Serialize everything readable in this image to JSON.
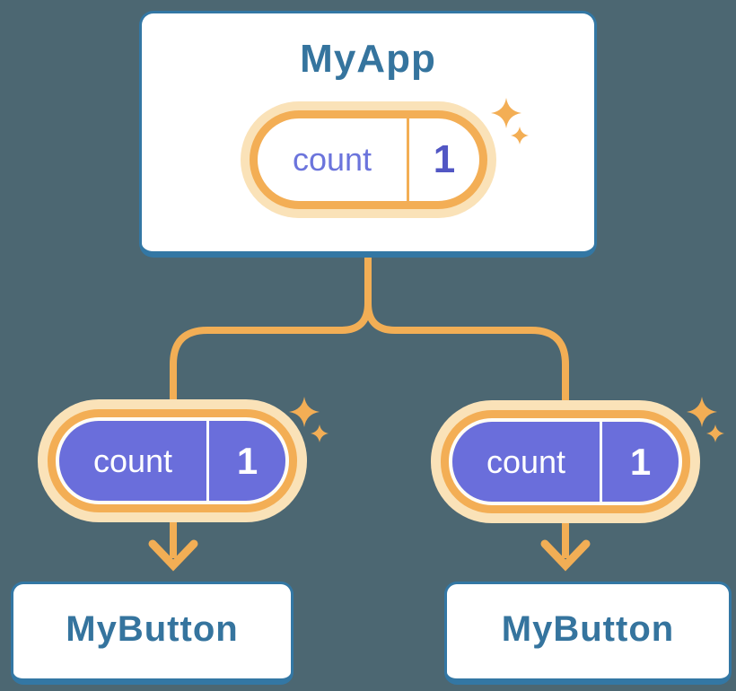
{
  "diagram": {
    "root": {
      "label": "MyApp",
      "state_pill": {
        "key": "count",
        "value": "1"
      }
    },
    "children": [
      {
        "label": "MyButton",
        "prop_pill": {
          "key": "count",
          "value": "1"
        }
      },
      {
        "label": "MyButton",
        "prop_pill": {
          "key": "count",
          "value": "1"
        }
      }
    ]
  },
  "colors": {
    "canvas_background": "#4C6772",
    "card_background": "#FFFFFF",
    "card_border": "#3377A4",
    "card_title_text": "#35749E",
    "pill_ring": "#F3AE55",
    "pill_glow": "#FAE2B8",
    "state_pill_background": "#FFFFFF",
    "state_pill_key_text": "#6B74DC",
    "state_pill_value_text": "#5257C4",
    "prop_pill_background": "#6A6EDB",
    "prop_pill_text": "#FFFFFF",
    "connector": "#F2AE55"
  }
}
